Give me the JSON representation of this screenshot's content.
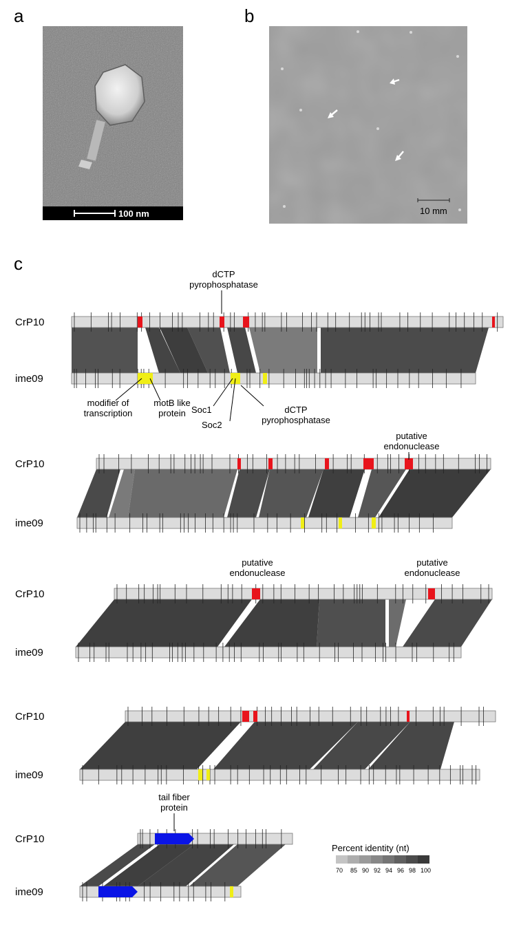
{
  "panel_labels": {
    "a": "a",
    "b": "b",
    "c": "c"
  },
  "panel_a": {
    "scale_bar_label": "100 nm"
  },
  "panel_b": {
    "scale_bar_label": "10 mm"
  },
  "tracks": {
    "top": "CrP10",
    "bottom": "ime09"
  },
  "rows": [
    {
      "annotations": [
        "dCTP\npyrophosphatase",
        "modifier of\ntranscription",
        "motB like\nprotein",
        "Soc1",
        "Soc2",
        "dCTP\npyrophosphatase"
      ]
    },
    {
      "annotations": [
        "putative\nendonuclease"
      ]
    },
    {
      "annotations": [
        "putative\nendonuclease",
        "putative\nendonuclease"
      ]
    },
    {
      "annotations": []
    },
    {
      "annotations": [
        "tail fiber\nprotein"
      ]
    }
  ],
  "legend": {
    "title": "Percent identity (nt)",
    "ticks": [
      "70",
      "85",
      "90",
      "92",
      "94",
      "96",
      "98",
      "100"
    ],
    "colors": [
      "#c4c4c4",
      "#adadad",
      "#9a9a9a",
      "#878787",
      "#747474",
      "#606060",
      "#4c4c4c",
      "#3a3a3a"
    ]
  },
  "highlight_colors": {
    "crp10_unique": "#e8141c",
    "ime09_unique": "#f0ee16",
    "tail_fiber": "#0a14e6"
  }
}
